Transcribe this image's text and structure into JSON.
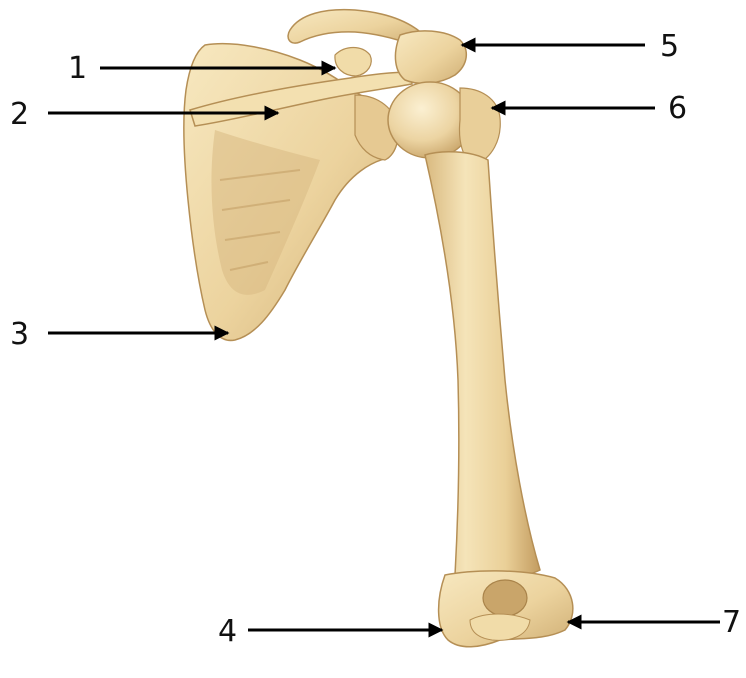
{
  "colors": {
    "bone_light": "#f4e2b5",
    "bone_mid": "#e8cf98",
    "bone_shadow": "#c9a56a",
    "bone_dark": "#a9834a",
    "arrow": "#000000",
    "background": "#ffffff"
  },
  "callouts": [
    {
      "id": "1",
      "label": "1"
    },
    {
      "id": "2",
      "label": "2"
    },
    {
      "id": "3",
      "label": "3"
    },
    {
      "id": "4",
      "label": "4"
    },
    {
      "id": "5",
      "label": "5"
    },
    {
      "id": "6",
      "label": "6"
    },
    {
      "id": "7",
      "label": "7"
    }
  ]
}
